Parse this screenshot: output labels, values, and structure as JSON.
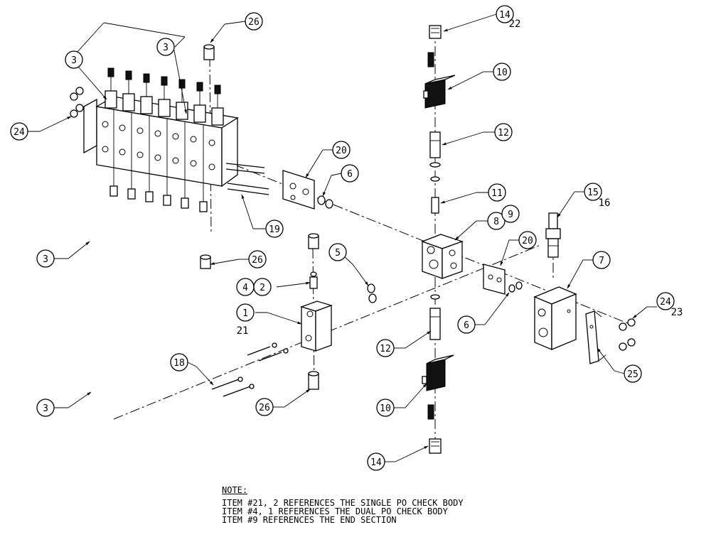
{
  "balloons": [
    {
      "label": "3"
    },
    {
      "label": "3"
    },
    {
      "label": "26"
    },
    {
      "label": "14",
      "sub": "22"
    },
    {
      "label": "10"
    },
    {
      "label": "24"
    },
    {
      "label": "12"
    },
    {
      "label": "20"
    },
    {
      "label": "6"
    },
    {
      "label": "11"
    },
    {
      "label": "15",
      "sub": "16"
    },
    {
      "label": "19"
    },
    {
      "label": "8"
    },
    {
      "label": "9"
    },
    {
      "label": "3"
    },
    {
      "label": "26"
    },
    {
      "label": "5"
    },
    {
      "label": "20"
    },
    {
      "label": "7"
    },
    {
      "label": "4"
    },
    {
      "label": "2"
    },
    {
      "label": "24",
      "sub": "23"
    },
    {
      "label": "1",
      "sub": "21"
    },
    {
      "label": "6"
    },
    {
      "label": "12"
    },
    {
      "label": "18"
    },
    {
      "label": "25"
    },
    {
      "label": "26"
    },
    {
      "label": "3"
    },
    {
      "label": "10"
    },
    {
      "label": "14"
    }
  ],
  "note": {
    "title": "NOTE:",
    "lines": [
      "ITEM #21, 2 REFERENCES THE SINGLE PO CHECK BODY",
      "ITEM #4, 1 REFERENCES THE DUAL PO CHECK BODY",
      "ITEM #9 REFERENCES THE END SECTION"
    ]
  }
}
